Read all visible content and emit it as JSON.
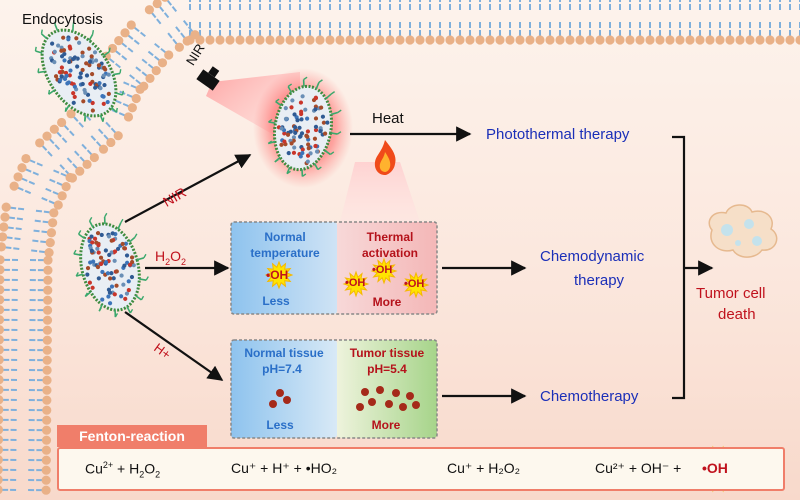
{
  "labels": {
    "endocytosis": "Endocytosis",
    "nir_top": "NIR",
    "heat": "Heat",
    "nir_arrow": "NIR",
    "h2o2_arrow": "H2O2",
    "h_arrow": "H+",
    "photothermal": "Photothermal  therapy",
    "chemodynamic_1": "Chemodynamic",
    "chemodynamic_2": "therapy",
    "chemotherapy": "Chemotherapy",
    "tumor_1": "Tumor cell",
    "tumor_2": "death"
  },
  "cdt_box": {
    "left_title_1": "Normal",
    "left_title_2": "temperature",
    "left_species": "•OH",
    "left_amount": "Less",
    "right_title_1": "Thermal",
    "right_title_2": "activation",
    "right_species": "•OH",
    "right_amount": "More"
  },
  "chemo_box": {
    "left_title_1": "Normal tissue",
    "left_title_2": "pH=7.4",
    "left_amount": "Less",
    "right_title_1": "Tumor tissue",
    "right_title_2": "pH=5.4",
    "right_amount": "More"
  },
  "fenton": {
    "tag": "Fenton-reaction",
    "eq1_cu2": "Cu",
    "eq1_cu2_sup": "2+",
    "eq1_h2o2": " + H",
    "eq1_h2o2_sub1": "2",
    "eq1_o": "O",
    "eq1_h2o2_sub2": "2",
    "eq1_products": "Cu⁺  +  H⁺ + •HO₂",
    "eq2_reactants": "Cu⁺ + H₂O₂",
    "eq2_products": "Cu²⁺ + OH⁻ +",
    "eq2_radical": "•OH"
  },
  "colors": {
    "membrane_head": "#e9b188",
    "membrane_tail": "#7fb0dc",
    "blue_text": "#1b2fb8",
    "red_text": "#c0121d",
    "fenton_accent": "#f07e6a"
  }
}
